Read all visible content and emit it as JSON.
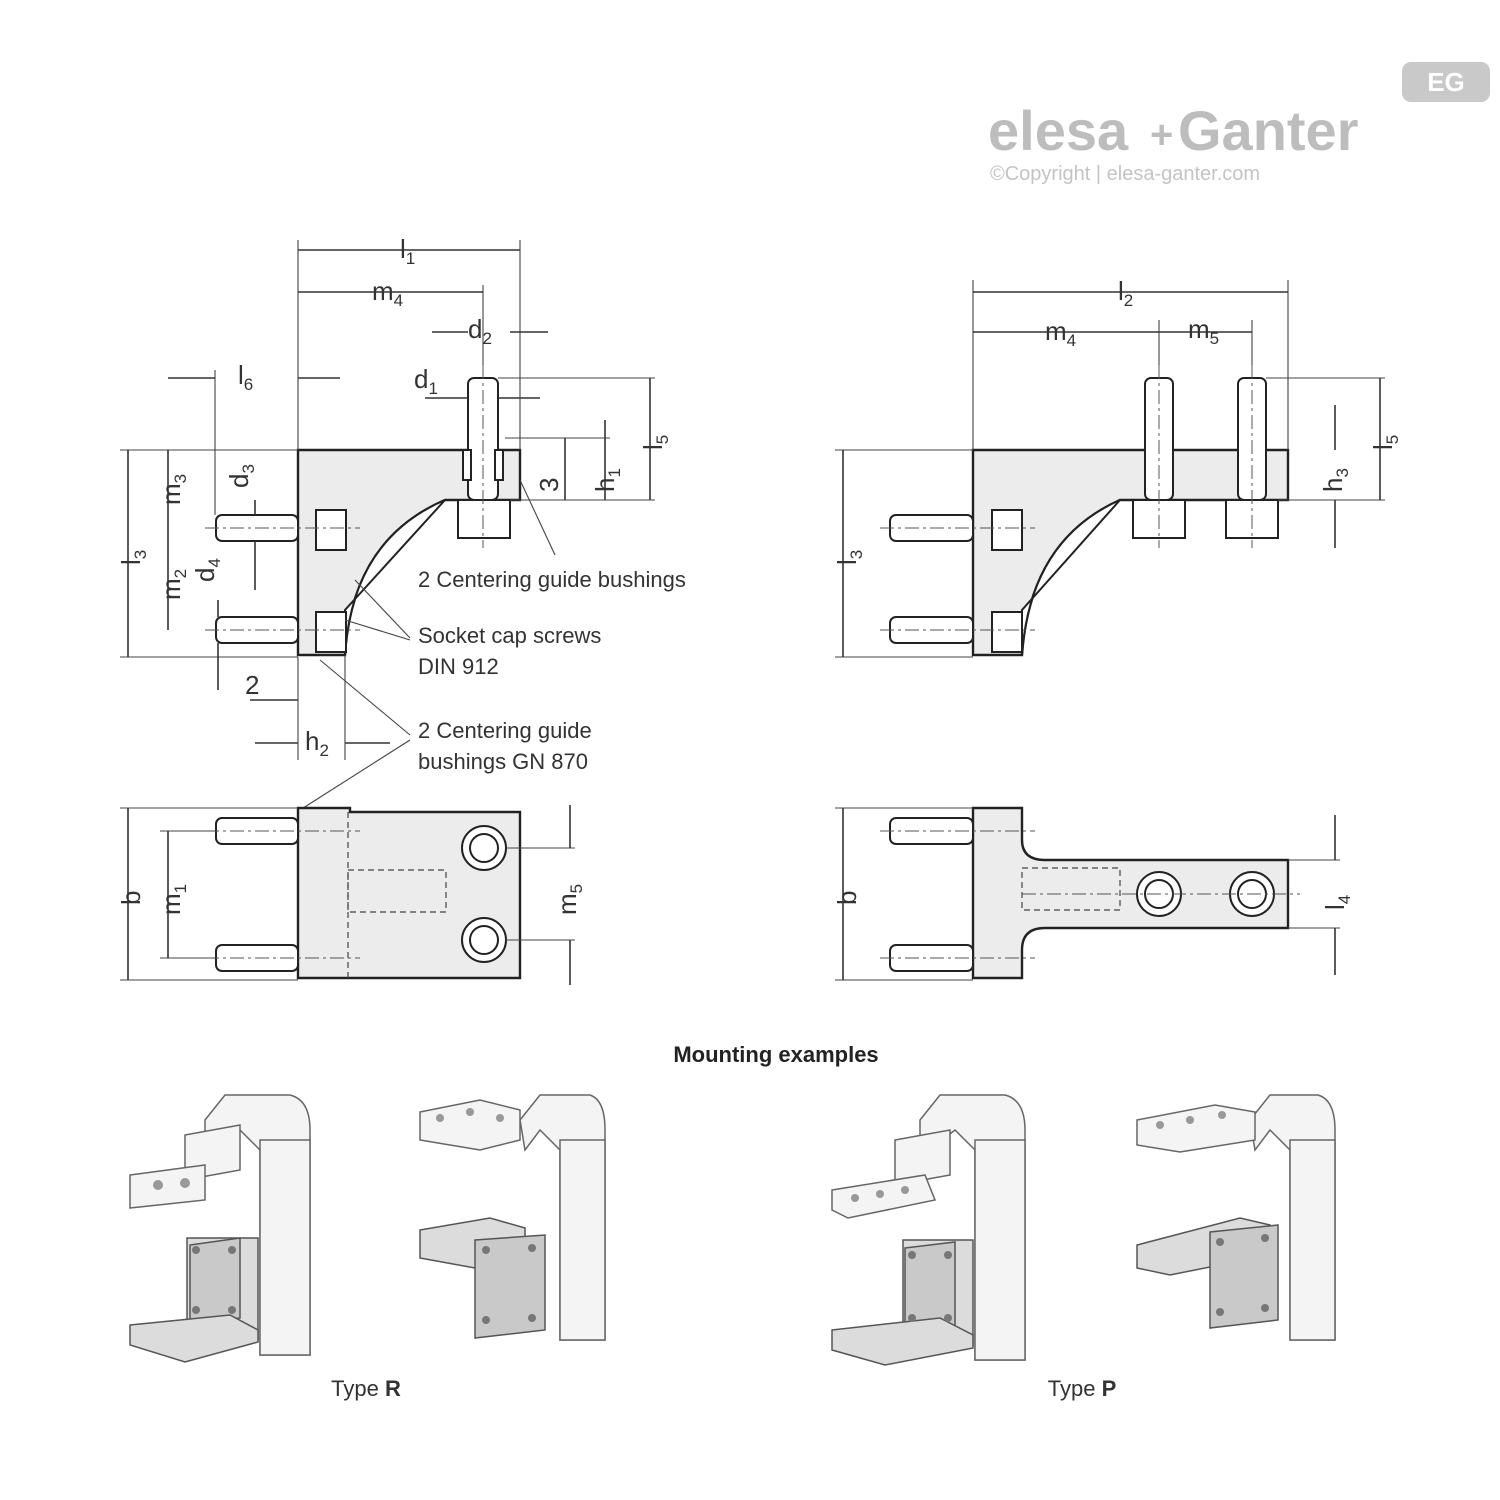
{
  "logo": {
    "badge": "EG",
    "brand_left": "elesa",
    "brand_plus": "+",
    "brand_right": "Ganter",
    "copyright": "©Copyright | elesa-ganter.com"
  },
  "dimensions_left_side": {
    "l1": "l",
    "l1_sub": "1",
    "m4": "m",
    "m4_sub": "4",
    "d2": "d",
    "d2_sub": "2",
    "d1": "d",
    "d1_sub": "1",
    "l6": "l",
    "l6_sub": "6",
    "m3": "m",
    "m3_sub": "3",
    "d3": "d",
    "d3_sub": "3",
    "l3": "l",
    "l3_sub": "3",
    "m2": "m",
    "m2_sub": "2",
    "d4": "d",
    "d4_sub": "4",
    "h1": "h",
    "h1_sub": "1",
    "l5": "l",
    "l5_sub": "5",
    "three": "3",
    "two": "2",
    "h2": "h",
    "h2_sub": "2"
  },
  "dimensions_right_side": {
    "l2": "l",
    "l2_sub": "2",
    "m4": "m",
    "m4_sub": "4",
    "m5": "m",
    "m5_sub": "5",
    "l3": "l",
    "l3_sub": "3",
    "h3": "h",
    "h3_sub": "3",
    "l5": "l",
    "l5_sub": "5"
  },
  "dimensions_left_top": {
    "b": "b",
    "m1": "m",
    "m1_sub": "1",
    "m5": "m",
    "m5_sub": "5"
  },
  "dimensions_right_top": {
    "b": "b",
    "l4": "l",
    "l4_sub": "4"
  },
  "annotations": {
    "centering_bushings": "2 Centering guide bushings",
    "socket_screws_line1": "Socket cap screws",
    "socket_screws_line2": "DIN 912",
    "bushings_gn_line1": "2 Centering guide",
    "bushings_gn_line2": "bushings GN 870"
  },
  "mounting": {
    "title": "Mounting examples",
    "type_r_prefix": "Type ",
    "type_r_letter": "R",
    "type_p_prefix": "Type ",
    "type_p_letter": "P"
  }
}
